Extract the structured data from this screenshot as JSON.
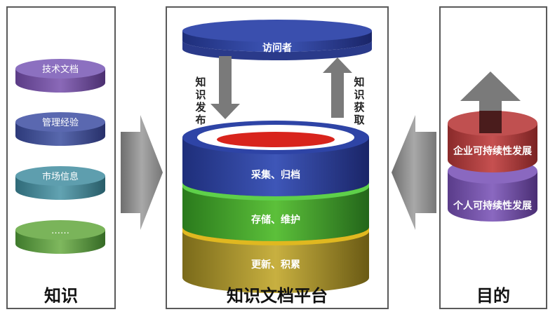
{
  "left": {
    "caption": "知识",
    "items": [
      "技术文档",
      "管理经验",
      "市场信息",
      "……"
    ]
  },
  "center": {
    "caption": "知识文档平台",
    "top_disk": "访问者",
    "publish_label": [
      "知",
      "识",
      "发",
      "布"
    ],
    "acquire_label": [
      "知",
      "识",
      "获",
      "取"
    ],
    "layers": [
      "采集、归档",
      "存储、维护",
      "更新、积累"
    ]
  },
  "right": {
    "caption": "目的",
    "disks": [
      "企业可持续性发展",
      "个人可持续性发展"
    ]
  }
}
